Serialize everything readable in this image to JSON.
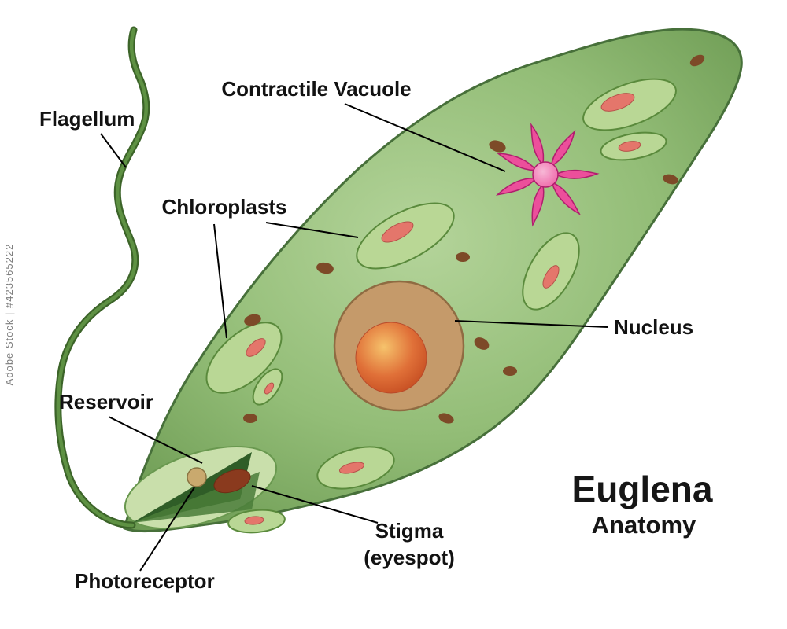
{
  "title": {
    "name": "Euglena",
    "subtitle": "Anatomy"
  },
  "watermark": "Adobe Stock | #423565222",
  "labels": {
    "flagellum": "Flagellum",
    "contractile_vacuole": "Contractile Vacuole",
    "chloroplasts": "Chloroplasts",
    "nucleus": "Nucleus",
    "reservoir": "Reservoir",
    "stigma": "Stigma",
    "stigma_sub": "(eyespot)",
    "photoreceptor": "Photoreceptor"
  },
  "colors": {
    "body_light": "#b4d49a",
    "body_mid": "#93bd77",
    "body_dark": "#6d9b53",
    "body_outline": "#47703a",
    "flagellum_dark": "#3c6429",
    "flagellum_light": "#5e9143",
    "chloroplast_fill": "#b9d795",
    "chloroplast_outline": "#5a8a3c",
    "chloroplast_core": "#e4766b",
    "granule": "#7d4a28",
    "nucleus_fill": "#c59a6a",
    "nucleus_outline": "#8f6b42",
    "nucleolus_light": "#f6c36c",
    "nucleolus_dark": "#c2491f",
    "vacuole_pink": "#ec4f9b",
    "vacuole_outline": "#b01e6e",
    "reservoir_dark": "#2f5d27",
    "reservoir_mid": "#4a7c38",
    "stigma_spot": "#8a3a1e",
    "photoreceptor_fill": "#c9a96e",
    "label_text": "#121212",
    "leader_line": "#000000"
  }
}
